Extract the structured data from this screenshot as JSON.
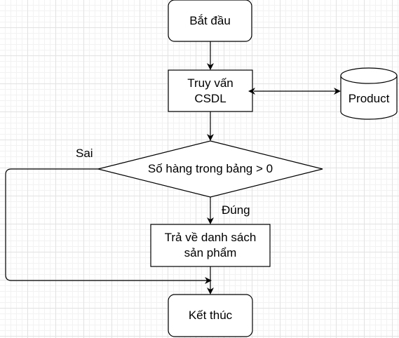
{
  "nodes": {
    "start": "Bắt đầu",
    "query": "Truy vấn CSDL",
    "database": "Product",
    "decision": "Số hàng trong bảng > 0",
    "result": "Trả về danh sách sản phẩm",
    "end": "Kết thúc"
  },
  "edges": {
    "no_label": "Sai",
    "yes_label": "Đúng"
  }
}
